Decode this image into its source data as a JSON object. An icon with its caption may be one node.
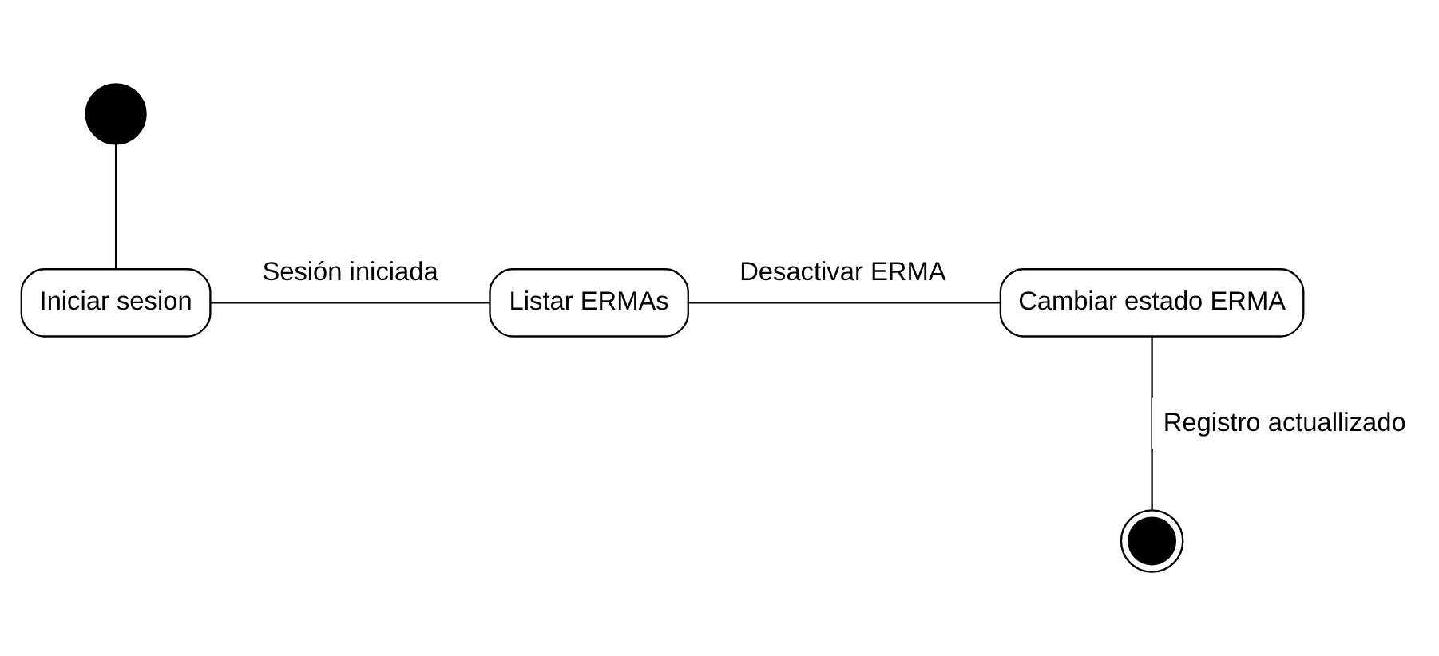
{
  "diagram": {
    "nodes": [
      {
        "text": [],
        "shape": "circle"
      },
      {
        "text": [
          "Iniciar sesion"
        ]
      },
      {
        "text": [
          "Listar ERMAs"
        ]
      },
      {
        "text": [
          "Cambiar estado ERMA"
        ]
      },
      {
        "text": [],
        "shape": "circle"
      }
    ],
    "edges": [
      {
        "from": 0,
        "to": 1,
        "arrow": "none"
      },
      {
        "from": 1,
        "to": 2,
        "arrow": "none",
        "label": "Sesión iniciada"
      },
      {
        "from": 2,
        "to": 3,
        "arrow": "none",
        "label": "Desactivar ERMA"
      },
      {
        "from": 3,
        "to": 4,
        "arrow": "none",
        "label": "Registro actuallizado"
      }
    ]
  }
}
